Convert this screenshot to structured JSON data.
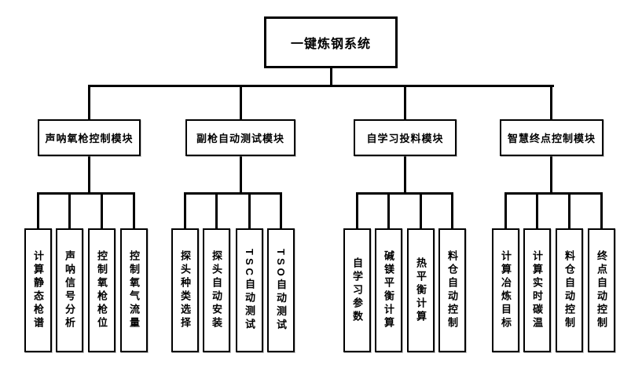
{
  "diagram": {
    "type": "hierarchy-tree",
    "root_label": "一键炼钢系统",
    "modules": [
      {
        "label": "声呐氧枪控制模块",
        "children": [
          "计算静态枪谱",
          "声呐信号分析",
          "控制氧枪枪位",
          "控制氧气流量"
        ]
      },
      {
        "label": "副枪自动测试模块",
        "children": [
          "探头种类选择",
          "探头自动安装",
          "TSC自动测试",
          "TSO自动测试"
        ]
      },
      {
        "label": "自学习投料模块",
        "children": [
          "自学习参数",
          "碱镁平衡计算",
          "热平衡计算",
          "料仓自动控制"
        ]
      },
      {
        "label": "智慧终点控制模块",
        "children": [
          "计算冶炼目标",
          "计算实时碳温",
          "料仓自动控制",
          "终点自动控制"
        ]
      }
    ],
    "colors": {
      "background": "#ffffff",
      "line": "#000000",
      "box_border": "#000000",
      "text": "#000000"
    }
  }
}
